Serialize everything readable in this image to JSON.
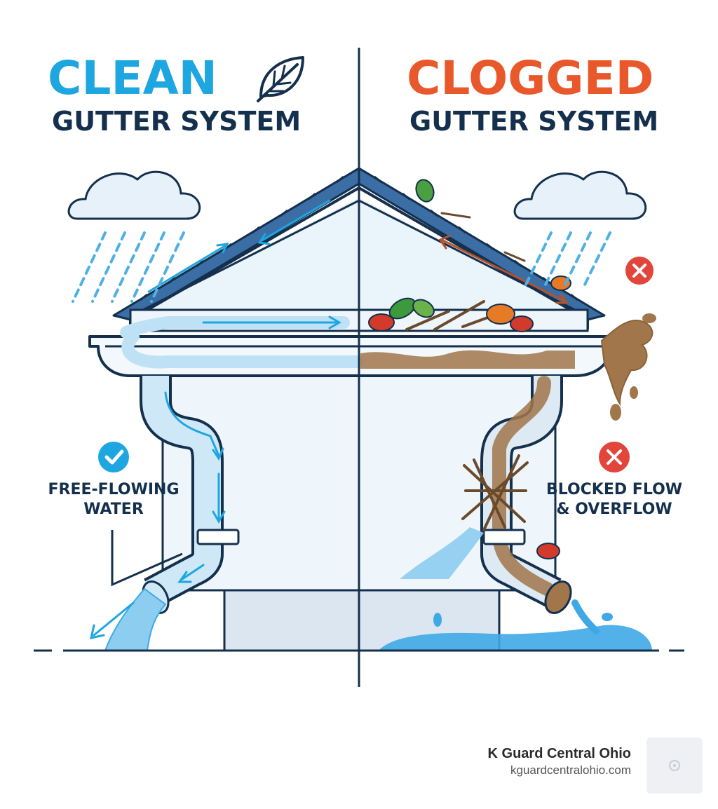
{
  "left": {
    "title": "CLEAN",
    "subtitle": "GUTTER SYSTEM",
    "status_label_line1": "FREE-FLOWING",
    "status_label_line2": "WATER",
    "status_icon": "check-circle-icon",
    "accent_color": "#1ea6e0"
  },
  "right": {
    "title": "CLOGGED",
    "subtitle": "GUTTER SYSTEM",
    "status_label_line1": "BLOCKED FLOW",
    "status_label_line2": "& OVERFLOW",
    "status_icon": "x-circle-icon",
    "accent_color": "#e8582b"
  },
  "colors": {
    "navy": "#14304d",
    "water": "#3fa9e6",
    "mud": "#a0764a",
    "light_blue": "#e3f0fa",
    "error_red": "#e2453c"
  },
  "footer": {
    "brand_name": "K Guard Central Ohio",
    "brand_url": "kguardcentralohio.com"
  }
}
